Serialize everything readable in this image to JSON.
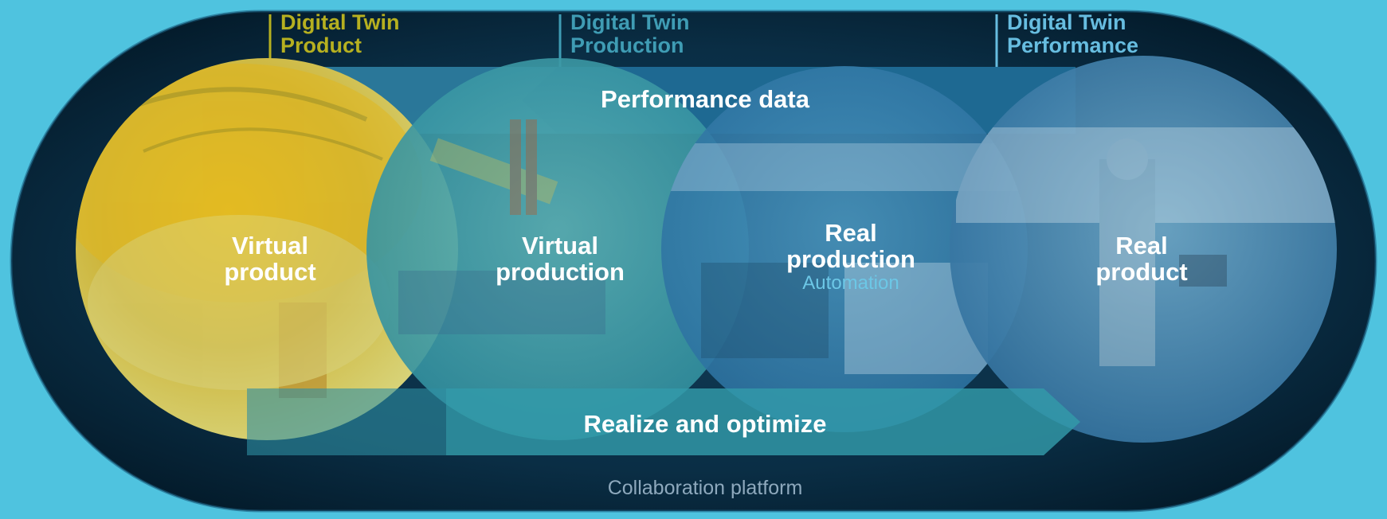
{
  "headers": {
    "product": {
      "line1": "Digital Twin",
      "line2": "Product"
    },
    "production": {
      "line1": "Digital Twin",
      "line2": "Production"
    },
    "performance": {
      "line1": "Digital Twin",
      "line2": "Performance"
    }
  },
  "arrows": {
    "top": "Performance data",
    "bottom": "Realize and optimize"
  },
  "circles": {
    "virtual_product": {
      "line1": "Virtual",
      "line2": "product"
    },
    "virtual_production": {
      "line1": "Virtual",
      "line2": "production"
    },
    "real_production": {
      "line1": "Real",
      "line2": "production",
      "sub": "Automation"
    },
    "real_product": {
      "line1": "Real",
      "line2": "product"
    }
  },
  "platform_label": "Collaboration platform",
  "colors": {
    "background": "#4fc3df",
    "track": "#06263b",
    "product_accent": "#b6b020",
    "production_accent": "#3f9cb4",
    "performance_accent": "#67bde0",
    "circle_yellow": "#cfc451",
    "circle_teal": "#3fa3ad",
    "circle_blue": "#3682b0",
    "subtext": "#6cc7e6",
    "platform_text": "#8ea9bd"
  }
}
